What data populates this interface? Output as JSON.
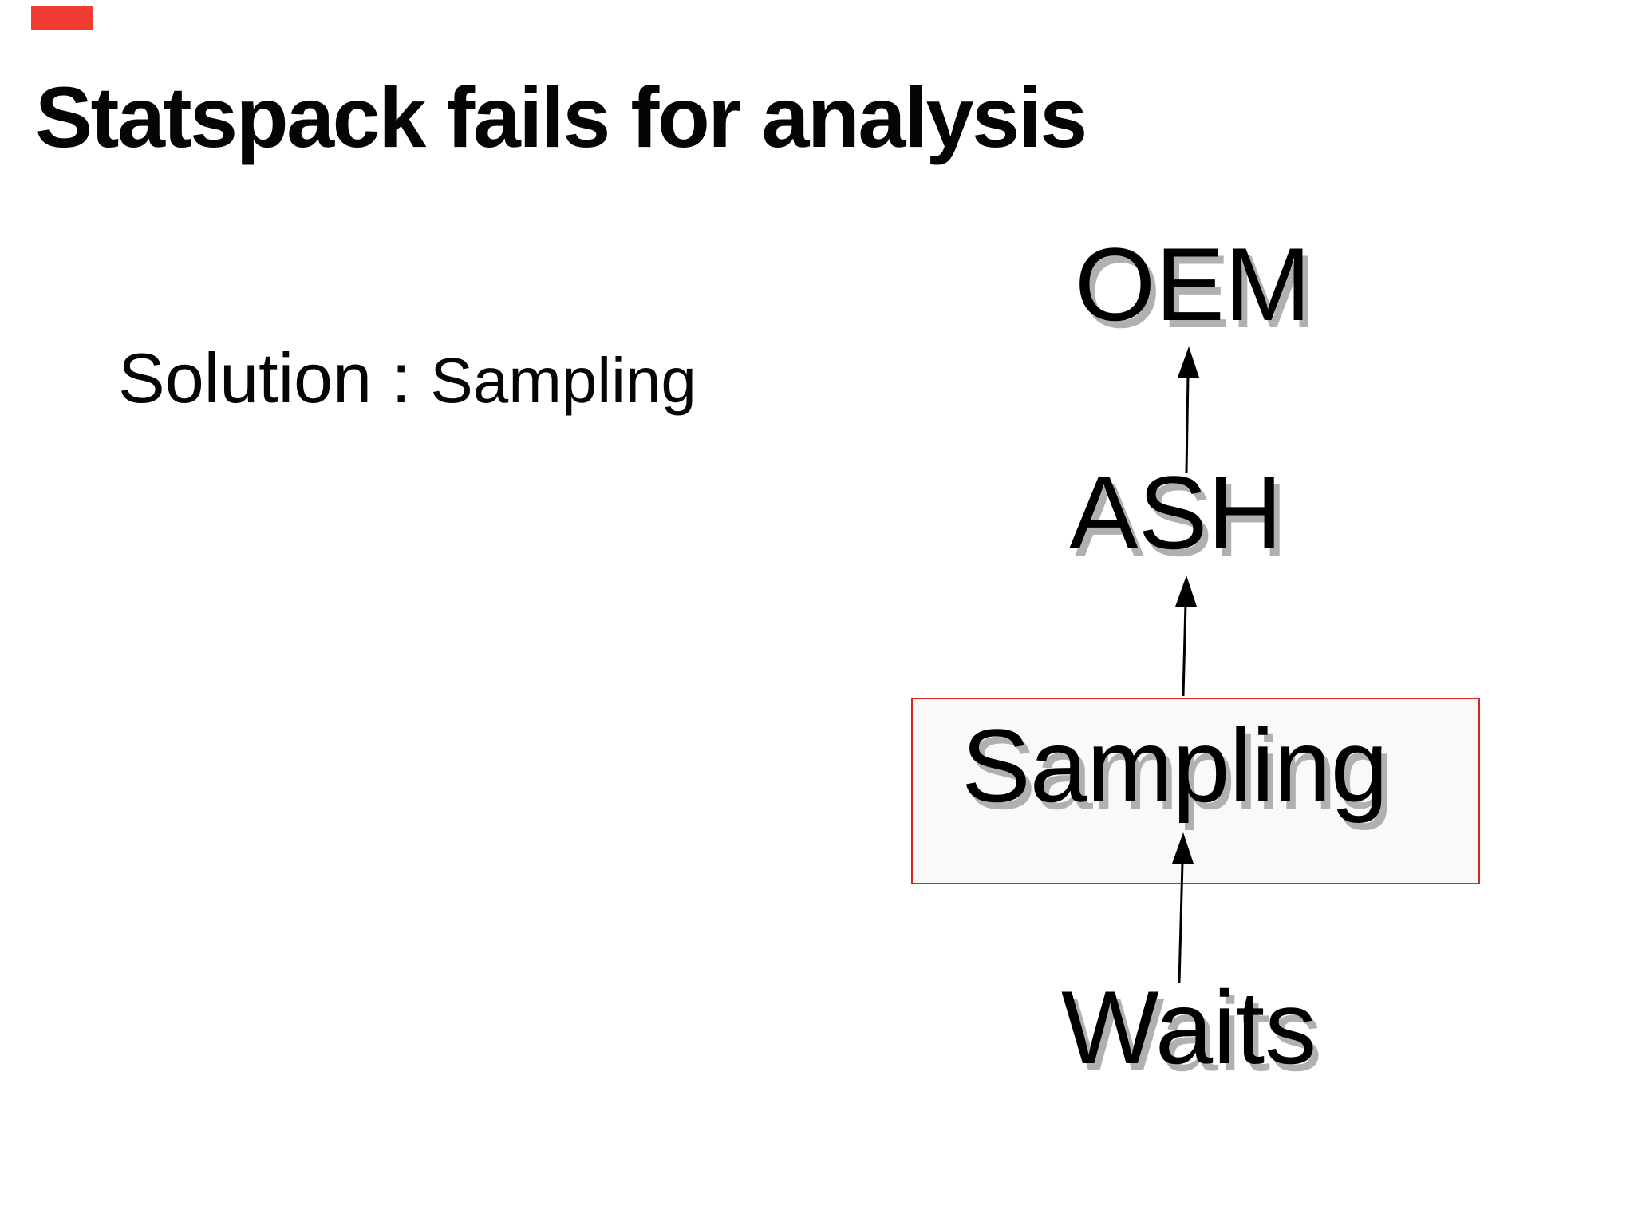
{
  "slide": {
    "title": "Statspack fails for analysis",
    "subtitle": {
      "prefix": "Solution : ",
      "emphasis": "Sampling"
    },
    "diagram": {
      "type": "flow",
      "direction": "bottom-to-top",
      "nodes": [
        {
          "id": "waits",
          "label": "Waits",
          "highlighted": false
        },
        {
          "id": "sampling",
          "label": "Sampling",
          "highlighted": true
        },
        {
          "id": "ash",
          "label": "ASH",
          "highlighted": false
        },
        {
          "id": "oem",
          "label": "OEM",
          "highlighted": false
        }
      ],
      "edges": [
        {
          "from": "waits",
          "to": "sampling"
        },
        {
          "from": "sampling",
          "to": "ash"
        },
        {
          "from": "ash",
          "to": "oem"
        }
      ]
    },
    "colors": {
      "background": "#ffffff",
      "text": "#000000",
      "text_shadow": "#b0b0b0",
      "highlight_border_red": "#dd2222",
      "highlight_fill": "#f9faf8",
      "corner_marker_red": "#ef3b30"
    }
  }
}
